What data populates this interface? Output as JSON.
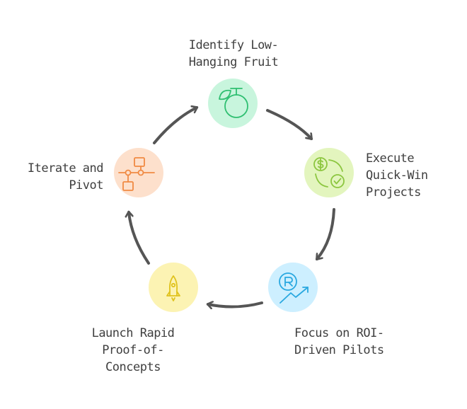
{
  "diagram": {
    "steps": [
      {
        "id": "identify",
        "label_lines": [
          "Identify Low-",
          "Hanging Fruit"
        ],
        "icon": "fruit-icon",
        "circle_color": "#c8f5dd",
        "icon_color": "#2fbf71"
      },
      {
        "id": "execute",
        "label_lines": [
          "Execute",
          "Quick-Win",
          "Projects"
        ],
        "icon": "dollar-check-icon",
        "circle_color": "#e3f5be",
        "icon_color": "#8cc63f"
      },
      {
        "id": "focus",
        "label_lines": [
          "Focus on ROI-",
          "Driven Pilots"
        ],
        "icon": "roi-growth-icon",
        "circle_color": "#cdefff",
        "icon_color": "#29a8e0"
      },
      {
        "id": "launch",
        "label_lines": [
          "Launch Rapid",
          "Proof-of-",
          "Concepts"
        ],
        "icon": "rocket-icon",
        "circle_color": "#fcf3b3",
        "icon_color": "#e0c21d"
      },
      {
        "id": "iterate",
        "label_lines": [
          "Iterate and",
          "Pivot"
        ],
        "icon": "flowchart-icon",
        "circle_color": "#fde0cc",
        "icon_color": "#f08a43"
      }
    ],
    "arrow_color": "#555555"
  }
}
